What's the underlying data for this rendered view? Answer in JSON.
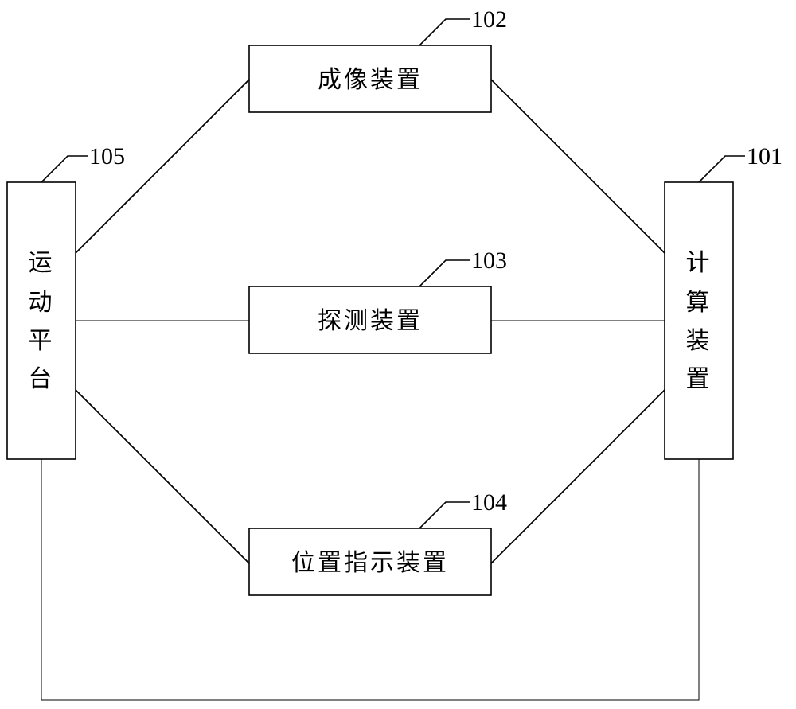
{
  "components": {
    "imaging": {
      "label": "成像装置",
      "ref": "102"
    },
    "detection": {
      "label": "探测装置",
      "ref": "103"
    },
    "position_indicator": {
      "label": "位置指示装置",
      "ref": "104"
    },
    "motion_platform": {
      "label_chars": [
        "运",
        "动",
        "平",
        "台"
      ],
      "ref": "105"
    },
    "computing": {
      "label_chars": [
        "计",
        "算",
        "装",
        "置"
      ],
      "ref": "101"
    }
  }
}
